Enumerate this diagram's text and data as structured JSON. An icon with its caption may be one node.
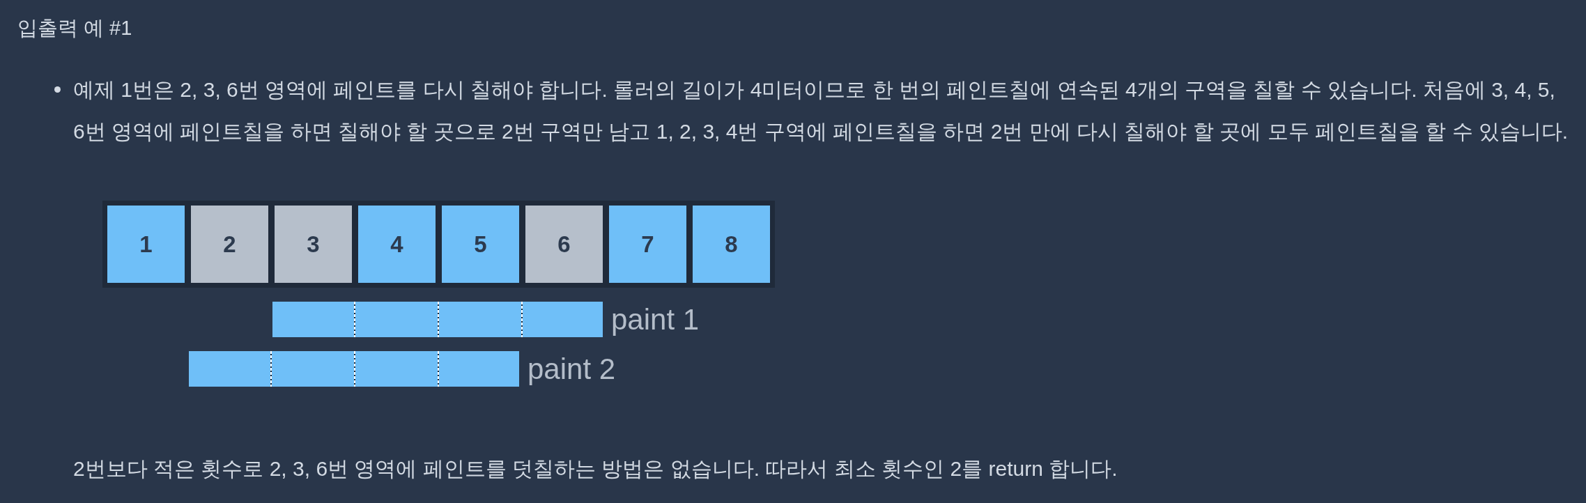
{
  "diagram": {
    "title": "입출력 예 #1",
    "nodes": [
      {
        "text": [
          "1"
        ]
      },
      {
        "text": [
          "2"
        ]
      },
      {
        "text": [
          "3"
        ]
      },
      {
        "text": [
          "4"
        ]
      },
      {
        "text": [
          "5"
        ]
      },
      {
        "text": [
          "6"
        ]
      },
      {
        "text": [
          "7"
        ]
      },
      {
        "text": [
          "8"
        ]
      },
      {
        "text": [],
        "shape": "bar",
        "beside": [
          "paint 1"
        ]
      },
      {
        "text": [],
        "shape": "bar",
        "beside": [
          "paint 2"
        ]
      }
    ],
    "edges": [],
    "labels": [
      "예제 1번은 2, 3, 6번 영역에 페인트를 다시 칠해야 합니다. 롤러의 길이가 4미터이므로 한 번의 페인트칠에 연속된 4개의 구역을 칠할 수 있습니다. 처음에 3, 4, 5, 6번 영역에 페인트칠을 하면 칠해야 할 곳으로 2번 구역만 남고 1, 2, 3, 4번 구역에 페인트칠을 하면 2번 만에 다시 칠해야 할 곳에 모두 페인트칠을 할 수 있습니다.",
      "2번보다 적은 횟수로 2, 3, 6번 영역에 페인트를 덧칠하는 방법은 없습니다. 따라서 최소 횟수인 2를 return 합니다."
    ]
  }
}
